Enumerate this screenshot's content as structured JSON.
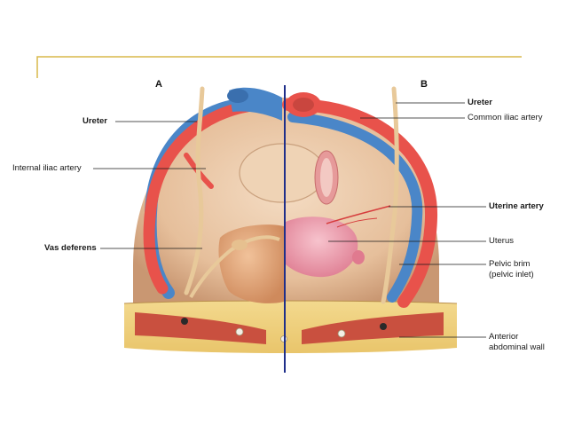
{
  "figure": {
    "panels": {
      "left": "A",
      "right": "B"
    },
    "labels": {
      "ureter_left": "Ureter",
      "internal_iliac_artery": "Internal iliac artery",
      "vas_deferens": "Vas deferens",
      "ureter_right": "Ureter",
      "common_iliac_artery": "Common iliac artery",
      "uterine_artery": "Uterine artery",
      "uterus": "Uterus",
      "pelvic_brim_line1": "Pelvic brim",
      "pelvic_brim_line2": "(pelvic inlet)",
      "anterior_abdominal_wall_line1": "Anterior",
      "anterior_abdominal_wall_line2": "abdominal wall"
    },
    "colors": {
      "frame_line": "#d8b94a",
      "artery": "#e8524b",
      "vein": "#4a86c8",
      "ureter": "#e8c99a",
      "tissue": "#e9c7a6",
      "bladder": "#e3a77a",
      "uterus": "#ee9aaa",
      "divider": "#1f2f8a"
    }
  }
}
